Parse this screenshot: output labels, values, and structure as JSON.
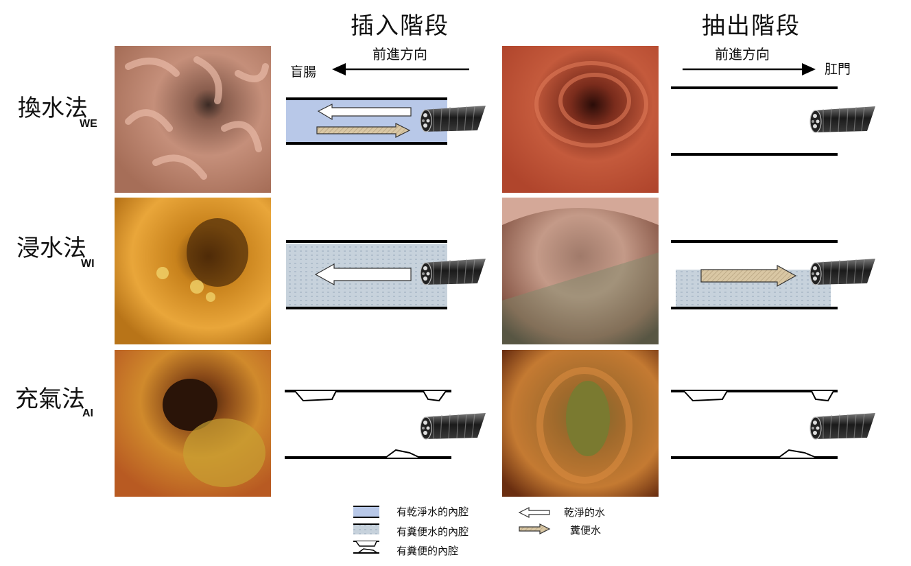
{
  "phases": {
    "insertion": {
      "title": "插入階段",
      "direction_label": "前進方向",
      "end_label": "盲腸"
    },
    "withdrawal": {
      "title": "抽出階段",
      "direction_label": "前進方向",
      "end_label": "肛門"
    }
  },
  "methods": [
    {
      "name": "換水法",
      "abbr": "WE"
    },
    {
      "name": "浸水法",
      "abbr": "WI"
    },
    {
      "name": "充氣法",
      "abbr": "AI"
    }
  ],
  "legend": {
    "clean_water_lumen": "有乾淨水的內腔",
    "dirty_water_lumen": "有糞便水的內腔",
    "stool_lumen": "有糞便的內腔",
    "clean_water": "乾淨的水",
    "stool_water": "糞便水"
  },
  "colors": {
    "clean_water_fill": "#b8c8e8",
    "dirty_water_fill": "#c9d3dc",
    "clean_arrow": "#ffffff",
    "stool_arrow": "#d9c7a4",
    "wall": "#000000"
  }
}
